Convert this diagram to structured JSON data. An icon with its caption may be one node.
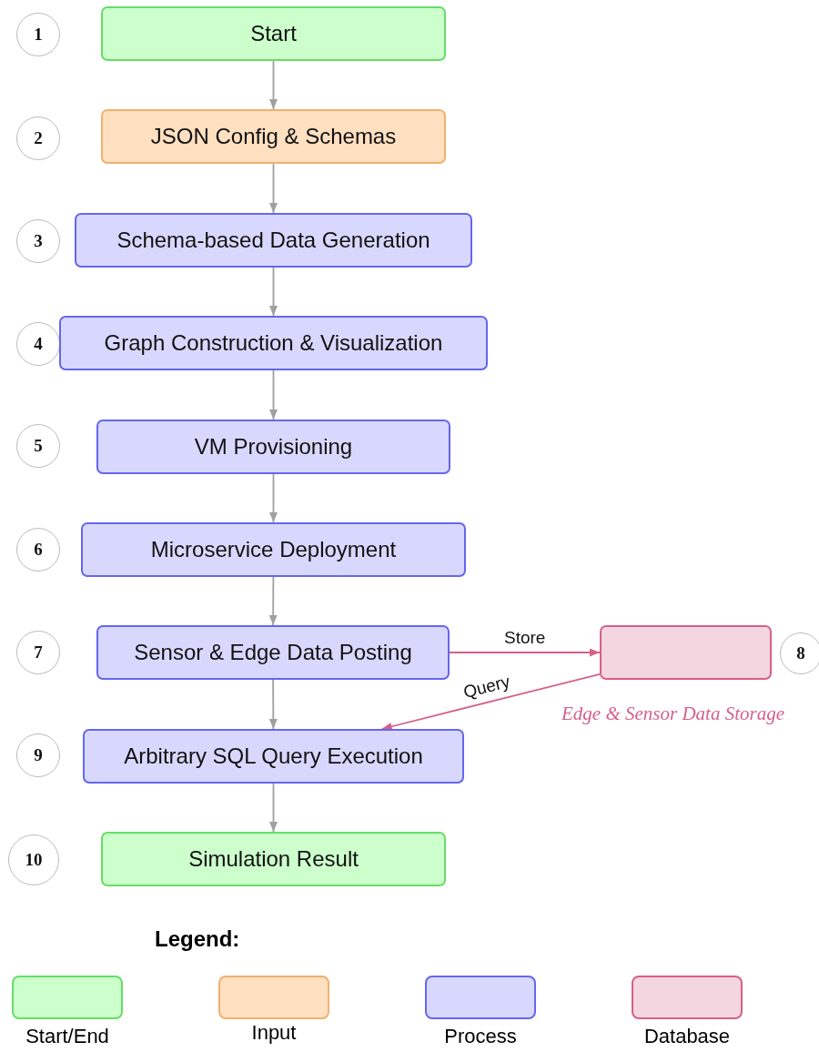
{
  "diagram": {
    "nodes": [
      {
        "text": [
          "1"
        ]
      },
      {
        "text": [
          "Start"
        ]
      },
      {
        "text": [
          "2"
        ]
      },
      {
        "text": [
          "JSON Config & Schemas"
        ]
      },
      {
        "text": [
          "3"
        ]
      },
      {
        "text": [
          "Schema-based Data Generation"
        ]
      },
      {
        "text": [
          "4"
        ]
      },
      {
        "text": [
          "Graph Construction & Visualization"
        ]
      },
      {
        "text": [
          "5"
        ]
      },
      {
        "text": [
          "VM Provisioning"
        ]
      },
      {
        "text": [
          "6"
        ]
      },
      {
        "text": [
          "Microservice Deployment"
        ]
      },
      {
        "text": [
          "7"
        ]
      },
      {
        "text": [
          "Sensor & Edge Data Posting"
        ]
      },
      {
        "text": [],
        "shape": "box",
        "beside": [
          "Edge & Sensor Data Storage"
        ]
      },
      {
        "text": [
          "8"
        ]
      },
      {
        "text": [
          "9"
        ]
      },
      {
        "text": [
          "Arbitrary SQL Query Execution"
        ]
      },
      {
        "text": [
          "10"
        ]
      },
      {
        "text": [
          "Simulation Result"
        ]
      }
    ],
    "edges": [
      {
        "from": 1,
        "to": 3,
        "arrow": "to"
      },
      {
        "from": 3,
        "to": 5,
        "arrow": "to"
      },
      {
        "from": 5,
        "to": 7,
        "arrow": "to"
      },
      {
        "from": 7,
        "to": 9,
        "arrow": "to"
      },
      {
        "from": 9,
        "to": 11,
        "arrow": "to"
      },
      {
        "from": 11,
        "to": 13,
        "arrow": "to"
      },
      {
        "from": 13,
        "to": 14,
        "arrow": "to",
        "label": "Store",
        "color": "#d6608a"
      },
      {
        "from": 13,
        "to": 17,
        "arrow": "to"
      },
      {
        "from": 14,
        "to": 17,
        "arrow": "to",
        "label": "Query",
        "color": "#d6608a"
      },
      {
        "from": 17,
        "to": 19,
        "arrow": "to"
      }
    ],
    "labels": [
      "Legend:"
    ],
    "legend": [
      {
        "text": "Start/End",
        "color": "#ccffcc"
      },
      {
        "text": "Input",
        "color": "#ffe0c0"
      },
      {
        "text": "Process",
        "color": "#d8d8ff"
      },
      {
        "text": "Database",
        "color": "#f4d6e0"
      }
    ]
  }
}
